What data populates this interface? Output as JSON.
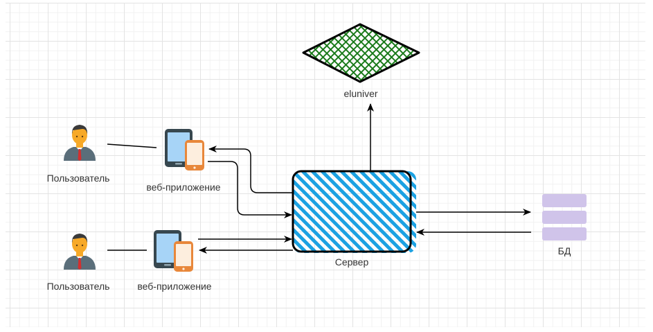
{
  "nodes": {
    "eluniver": {
      "label": "eluniver"
    },
    "user_top": {
      "label": "Пользователь"
    },
    "user_bottom": {
      "label": "Пользователь"
    },
    "webapp_top": {
      "label": "веб-приложение"
    },
    "webapp_bottom": {
      "label": "веб-приложение"
    },
    "server": {
      "label": "Сервер"
    },
    "database": {
      "label": "БД"
    }
  },
  "colors": {
    "server_hatch": "#1ba1e2",
    "eluniver_hatch": "#1a7a1a",
    "database_fill": "#d0c4ea",
    "device_dark": "#37474f",
    "device_screen": "#a7d4f7",
    "phone_orange": "#e8873a",
    "phone_screen": "#fdeede",
    "user_skin": "#f7a928",
    "user_suit": "#5a6e7a",
    "user_hair": "#3a3a3a",
    "user_tie": "#d32f2f",
    "edge": "#000000"
  },
  "edges": [
    {
      "from": "user_top",
      "to": "webapp_top",
      "arrow": "none"
    },
    {
      "from": "server",
      "to": "webapp_top",
      "arrow": "end"
    },
    {
      "from": "webapp_top",
      "to": "server",
      "arrow": "end"
    },
    {
      "from": "user_bottom",
      "to": "webapp_bottom",
      "arrow": "none"
    },
    {
      "from": "webapp_bottom",
      "to": "server",
      "arrow": "end"
    },
    {
      "from": "server",
      "to": "webapp_bottom",
      "arrow": "end"
    },
    {
      "from": "server",
      "to": "eluniver",
      "arrow": "end"
    },
    {
      "from": "server",
      "to": "database",
      "arrow": "end"
    },
    {
      "from": "database",
      "to": "server",
      "arrow": "end"
    }
  ]
}
